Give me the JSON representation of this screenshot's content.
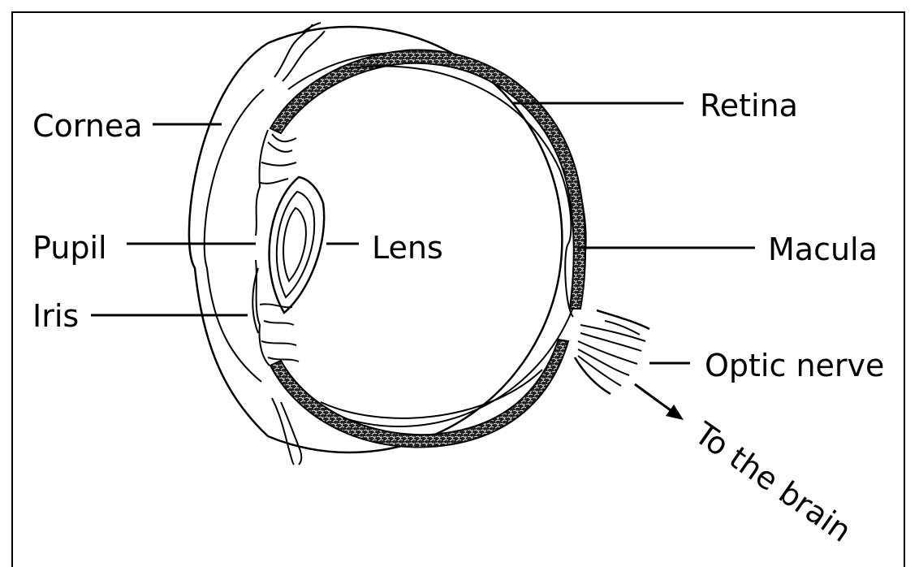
{
  "diagram": {
    "labels": {
      "cornea": "Cornea",
      "pupil": "Pupil",
      "iris": "Iris",
      "lens": "Lens",
      "retina": "Retina",
      "macula": "Macula",
      "optic_nerve": "Optic nerve",
      "to_brain": "To the brain"
    }
  }
}
